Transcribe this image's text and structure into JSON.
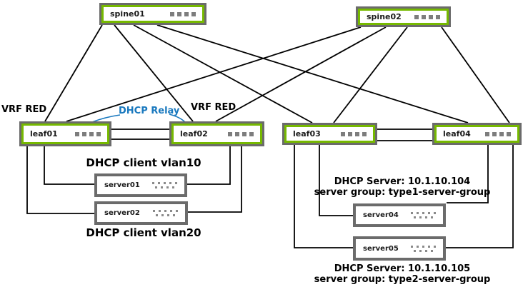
{
  "diagram": {
    "type": "network-topology",
    "colors": {
      "switch_border_outer": "#6b6b6b",
      "switch_border_inner_green": "#76b900",
      "server_border": "#6b6b6b",
      "link_line": "#000000",
      "relay_annotation_blue": "#1878be",
      "background": "#ffffff"
    },
    "devices": {
      "spine01": {
        "label": "spine01",
        "kind": "spine-switch"
      },
      "spine02": {
        "label": "spine02",
        "kind": "spine-switch"
      },
      "leaf01": {
        "label": "leaf01",
        "kind": "leaf-switch"
      },
      "leaf02": {
        "label": "leaf02",
        "kind": "leaf-switch"
      },
      "leaf03": {
        "label": "leaf03",
        "kind": "leaf-switch"
      },
      "leaf04": {
        "label": "leaf04",
        "kind": "leaf-switch"
      },
      "server01": {
        "label": "server01",
        "kind": "server"
      },
      "server02": {
        "label": "server02",
        "kind": "server"
      },
      "server04": {
        "label": "server04",
        "kind": "server"
      },
      "server05": {
        "label": "server05",
        "kind": "server"
      }
    },
    "labels": {
      "vrf_red_left": "VRF RED",
      "vrf_red_right": "VRF RED",
      "dhcp_relay": "DHCP Relay",
      "dhcp_client_vlan10": "DHCP client vlan10",
      "dhcp_client_vlan20": "DHCP client vlan20",
      "dhcp_server_104_line1": "DHCP Server: 10.1.10.104",
      "dhcp_server_104_line2": "server group: type1-server-group",
      "dhcp_server_105_line1": "DHCP Server: 10.1.10.105",
      "dhcp_server_105_line2": "server group: type2-server-group"
    },
    "icons": {
      "switch_ports": "port-squares-icon",
      "server_vents": "vent-dots-icon"
    },
    "connections": [
      {
        "from": "spine01",
        "to": "leaf01"
      },
      {
        "from": "spine01",
        "to": "leaf02"
      },
      {
        "from": "spine01",
        "to": "leaf03"
      },
      {
        "from": "spine01",
        "to": "leaf04"
      },
      {
        "from": "spine02",
        "to": "leaf01"
      },
      {
        "from": "spine02",
        "to": "leaf02"
      },
      {
        "from": "spine02",
        "to": "leaf03"
      },
      {
        "from": "spine02",
        "to": "leaf04"
      },
      {
        "from": "leaf01",
        "to": "leaf02",
        "type": "peer-link-double"
      },
      {
        "from": "leaf03",
        "to": "leaf04",
        "type": "peer-link-double"
      },
      {
        "from": "leaf01",
        "to": "server01"
      },
      {
        "from": "leaf01",
        "to": "server02"
      },
      {
        "from": "leaf02",
        "to": "server01"
      },
      {
        "from": "leaf02",
        "to": "server02"
      },
      {
        "from": "leaf03",
        "to": "server04"
      },
      {
        "from": "leaf03",
        "to": "server05"
      },
      {
        "from": "leaf04",
        "to": "server04"
      },
      {
        "from": "leaf04",
        "to": "server05"
      },
      {
        "from": "dhcp-relay-label",
        "to": "leaf01",
        "type": "annotation-pointer"
      },
      {
        "from": "dhcp-relay-label",
        "to": "leaf02",
        "type": "annotation-pointer"
      }
    ]
  }
}
